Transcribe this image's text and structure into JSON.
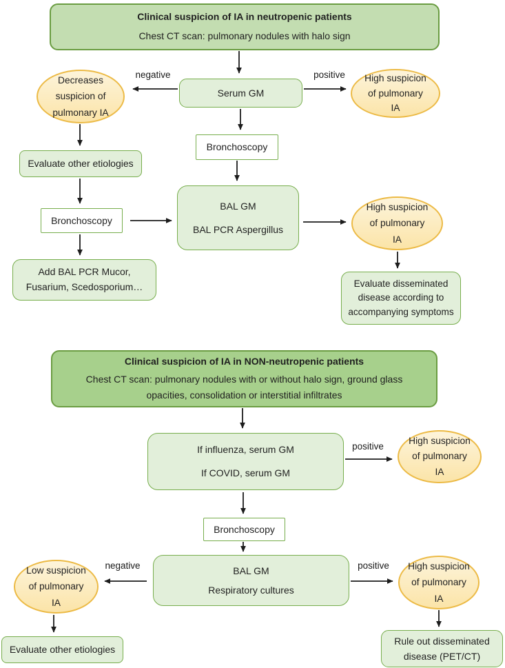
{
  "palette": {
    "header_fill_1": "#c3ddb1",
    "header_fill_2": "#a7d08c",
    "header_border": "#6a9c41",
    "green_border": "#76ad4b",
    "box_fill": "#e2efda",
    "ellipse_fill_top": "#fdf4db",
    "ellipse_fill_bottom": "#fbe4a8",
    "ellipse_border": "#ecba45",
    "arrow_color": "#1c1c1c"
  },
  "section1": {
    "header": {
      "title": "Clinical suspicion of IA in neutropenic patients",
      "subtitle": "Chest CT scan: pulmonary nodules with halo sign"
    },
    "serum_gm": "Serum GM",
    "negative_label": "negative",
    "positive_label": "positive",
    "ellipse_decreases": {
      "l1": "Decreases",
      "l2": "suspicion of",
      "l3": "pulmonary IA"
    },
    "ellipse_high_top": {
      "l1": "High suspicion",
      "l2": "of pulmonary",
      "l3": "IA"
    },
    "evaluate_other": "Evaluate other etiologies",
    "bronchoscopy_left": "Bronchoscopy",
    "bronchoscopy_center": "Bronchoscopy",
    "add_bal_box": {
      "l1": "Add BAL PCR Mucor,",
      "l2": "Fusarium, Scedosporium…"
    },
    "bal_box": {
      "l1": "BAL GM",
      "l2": "BAL PCR Aspergillus"
    },
    "ellipse_high_mid": {
      "l1": "High suspicion",
      "l2": "of pulmonary",
      "l3": "IA"
    },
    "evaluate_disseminated": {
      "l1": "Evaluate disseminated",
      "l2": "disease according to",
      "l3": "accompanying symptoms"
    }
  },
  "section2": {
    "header": {
      "title": "Clinical suspicion of IA in NON-neutropenic patients",
      "subtitle_l1": "Chest CT scan: pulmonary nodules with or without halo sign, ground glass",
      "subtitle_l2": "opacities, consolidation or interstitial infiltrates"
    },
    "if_box": {
      "l1": "If influenza, serum GM",
      "l2": "If COVID, serum GM"
    },
    "positive_label_top": "positive",
    "ellipse_high_top": {
      "l1": "High suspicion",
      "l2": "of pulmonary",
      "l3": "IA"
    },
    "bronchoscopy": "Bronchoscopy",
    "bal_box": {
      "l1": "BAL GM",
      "l2": "Respiratory cultures"
    },
    "negative_label": "negative",
    "positive_label": "positive",
    "ellipse_low": {
      "l1": "Low suspicion",
      "l2": "of pulmonary",
      "l3": "IA"
    },
    "ellipse_high": {
      "l1": "High suspicion",
      "l2": "of pulmonary",
      "l3": "IA"
    },
    "evaluate_other": "Evaluate other etiologies",
    "rule_out": {
      "l1": "Rule out disseminated",
      "l2": "disease (PET/CT)"
    }
  }
}
